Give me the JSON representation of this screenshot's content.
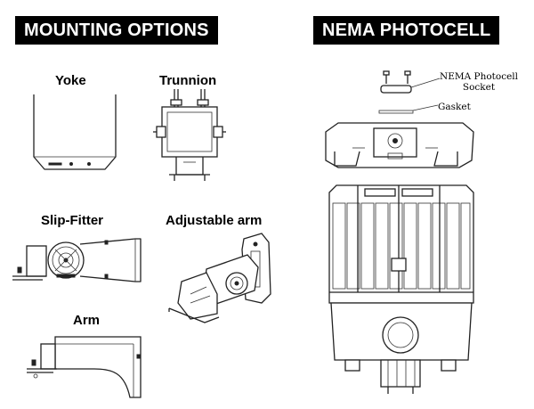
{
  "sections": {
    "mounting": {
      "title": "MOUNTING OPTIONS"
    },
    "nema": {
      "title": "NEMA PHOTOCELL"
    }
  },
  "options": [
    {
      "label": "Yoke"
    },
    {
      "label": "Trunnion"
    },
    {
      "label": "Slip-Fitter"
    },
    {
      "label": "Adjustable arm"
    },
    {
      "label": "Arm"
    }
  ],
  "callouts": {
    "socket_line1": "NEMA Photocell",
    "socket_line2": "Socket",
    "gasket": "Gasket"
  }
}
